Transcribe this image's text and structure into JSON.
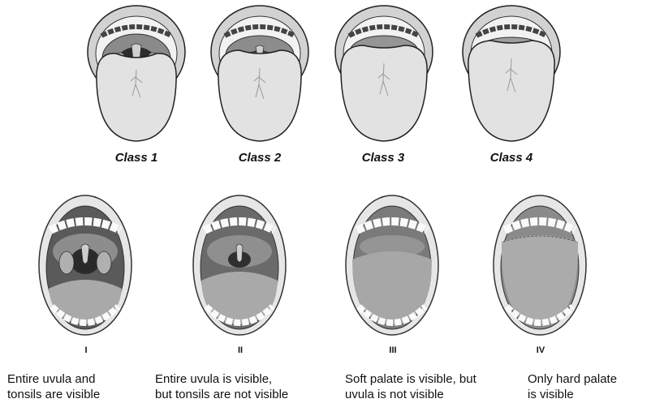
{
  "top_row": {
    "labels": [
      "Class 1",
      "Class 2",
      "Class 3",
      "Class 4"
    ]
  },
  "bottom_row": {
    "numerals": [
      "I",
      "II",
      "III",
      "IV"
    ],
    "descriptions": [
      [
        "Entire uvula and",
        "tonsils are visible"
      ],
      [
        "Entire uvula is visible,",
        "but tonsils are not visible"
      ],
      [
        "Soft palate is visible, but",
        "uvula is not visible"
      ],
      [
        "Only hard palate",
        "is visible"
      ]
    ]
  },
  "colors": {
    "ink": "#111111",
    "tongue": "#dcdcdc",
    "lip": "#c9c9c9",
    "cavity": "#3a3a3a",
    "teeth": "#f7f7f7"
  }
}
